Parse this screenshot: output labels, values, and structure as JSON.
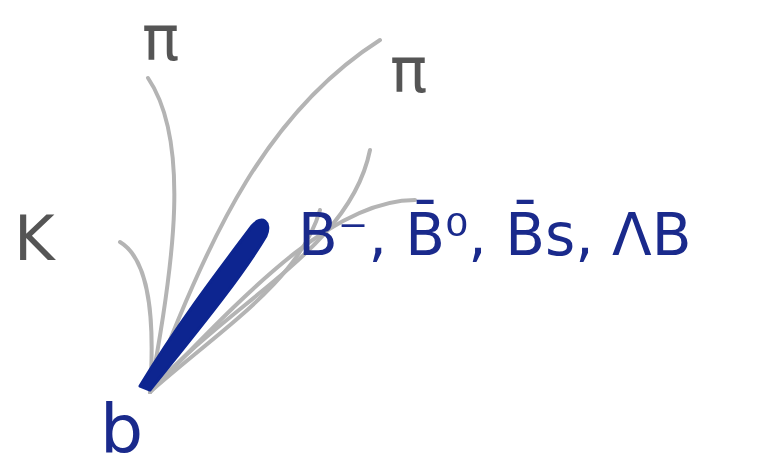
{
  "diagram": {
    "labels": [
      "π",
      "π",
      "K",
      "b",
      "B⁻, B̄⁰, B̄s, ΛB"
    ]
  }
}
